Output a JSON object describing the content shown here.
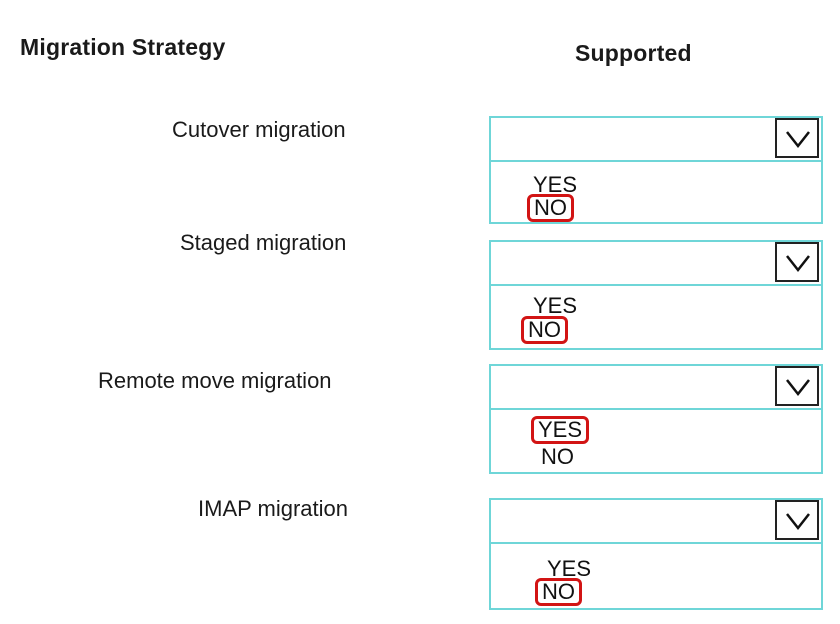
{
  "header": {
    "strategy_label": "Migration Strategy",
    "supported_label": "Supported"
  },
  "rows": [
    {
      "label": "Cutover migration",
      "options": [
        "YES",
        "NO"
      ],
      "selected": "NO"
    },
    {
      "label": "Staged migration",
      "options": [
        "YES",
        "NO"
      ],
      "selected": "NO"
    },
    {
      "label": "Remote move migration",
      "options": [
        "YES",
        "NO"
      ],
      "selected": "YES"
    },
    {
      "label": "IMAP migration",
      "options": [
        "YES",
        "NO"
      ],
      "selected": "NO"
    }
  ],
  "colors": {
    "dropdown_border": "#6fd6d8",
    "selection_highlight": "#d21414"
  },
  "icons": {
    "dropdown": "chevron-down-icon"
  }
}
